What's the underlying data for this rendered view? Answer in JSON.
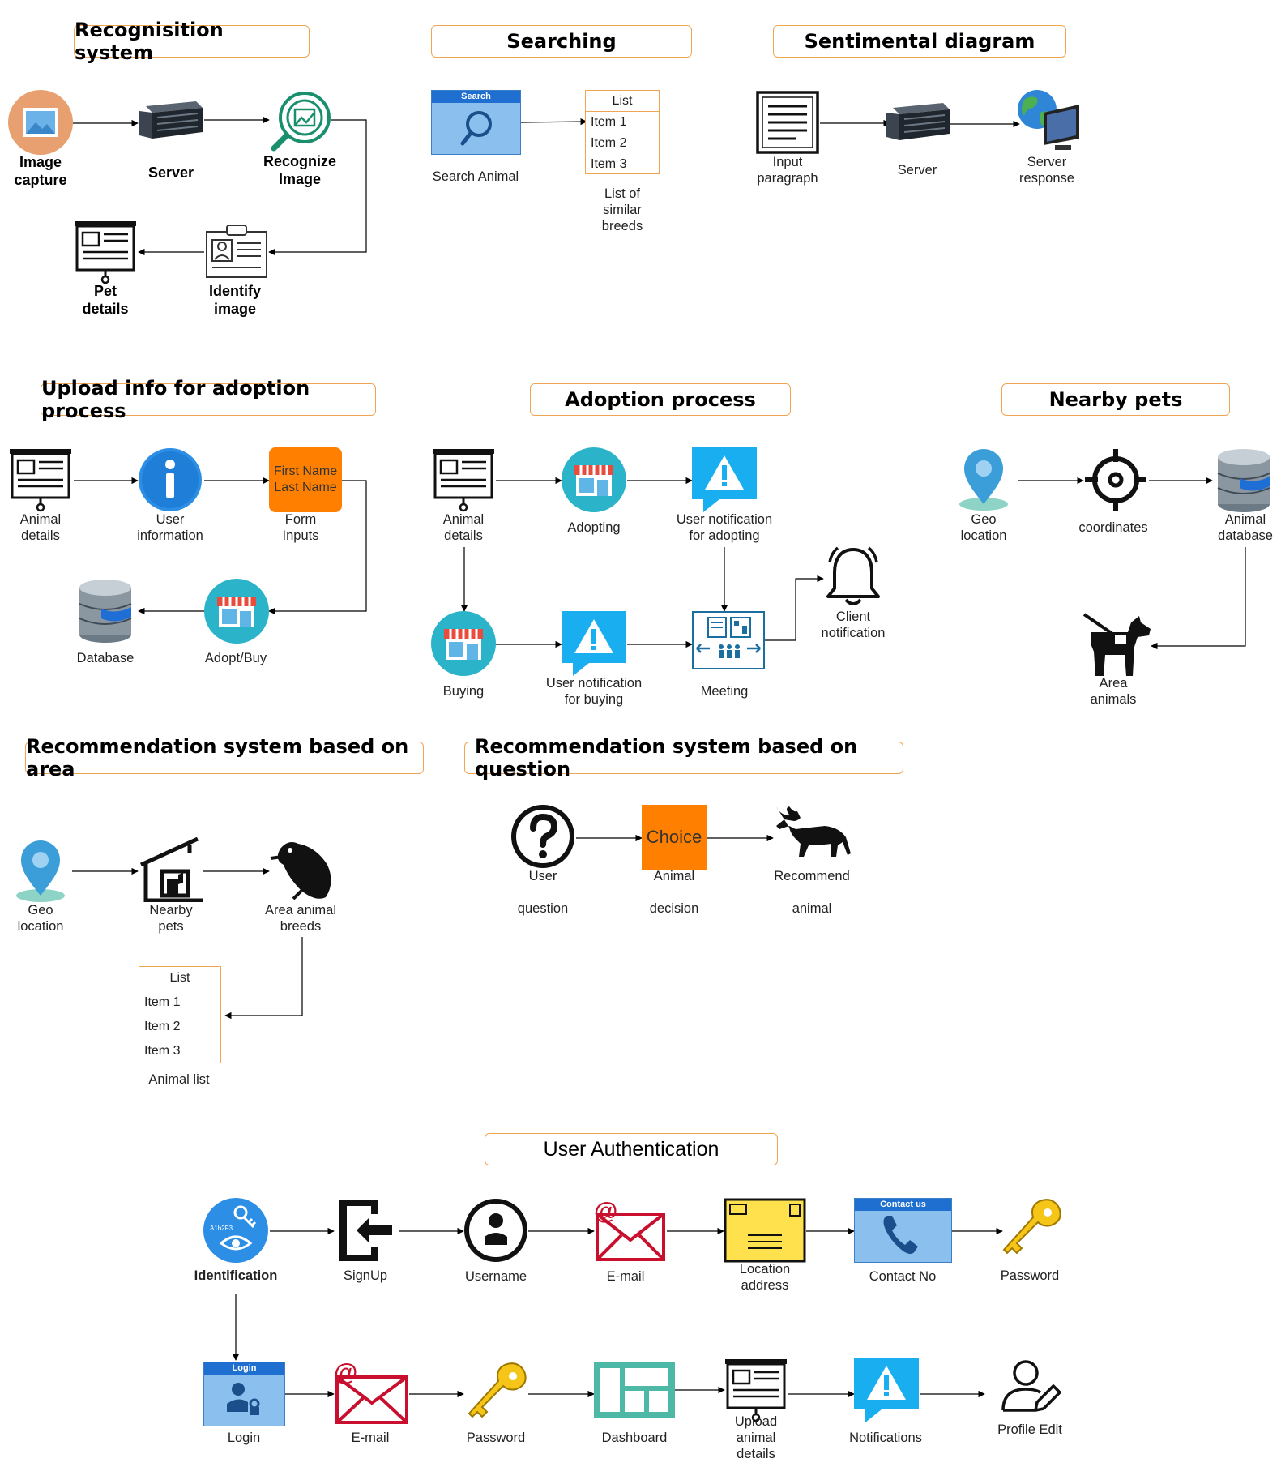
{
  "headers": {
    "recognition": "Recognisition system",
    "searching": "Searching",
    "sentimental": "Sentimental diagram",
    "upload": "Upload info for adoption process",
    "adoption": "Adoption process",
    "nearby": "Nearby pets",
    "rec_area": "Recommendation system based on area",
    "rec_question": "Recommendation system based on question",
    "auth": "User Authentication"
  },
  "recognition": {
    "image_capture": "Image\ncapture",
    "server": "Server",
    "recognize": "Recognize\nImage",
    "identify": "Identify\nimage",
    "pet_details": "Pet\ndetails"
  },
  "searching": {
    "search_tab": "Search",
    "search_animal": "Search Animal",
    "list_title": "List",
    "items": [
      "Item 1",
      "Item 2",
      "Item 3"
    ],
    "list_label": "List of\nsimilar\nbreeds"
  },
  "sentimental": {
    "input": "Input\nparagraph",
    "server": "Server",
    "response": "Server\nresponse"
  },
  "upload": {
    "animal_details": "Animal\ndetails",
    "user_info": "User\ninformation",
    "form_fields": "First Name\nLast Name",
    "form_inputs": "Form\nInputs",
    "database": "Database",
    "adopt_buy": "Adopt/Buy"
  },
  "adoption": {
    "animal_details": "Animal\ndetails",
    "adopting": "Adopting",
    "notif_adopting": "User notification\nfor adopting",
    "buying": "Buying",
    "notif_buying": "User notification\nfor buying",
    "meeting": "Meeting",
    "client_notif": "Client\nnotification"
  },
  "nearby": {
    "geo": "Geo\nlocation",
    "coordinates": "coordinates",
    "animal_db": "Animal\ndatabase",
    "area_animals": "Area\nanimals"
  },
  "rec_area": {
    "geo": "Geo\nlocation",
    "nearby": "Nearby\npets",
    "breeds": "Area animal\nbreeds",
    "list_title": "List",
    "items": [
      "Item 1",
      "Item 2",
      "Item 3"
    ],
    "animal_list": "Animal list"
  },
  "rec_question": {
    "user_question": "User\n\nquestion",
    "choice": "Choice",
    "animal_decision": "Animal\n\ndecision",
    "recommend": "Recommend\n\nanimal"
  },
  "auth": {
    "identification": "Identification",
    "id_code": "A1b2F3",
    "signup": "SignUp",
    "username": "Username",
    "email1": "E-mail",
    "location": "Location\naddress",
    "contact_tab": "Contact us",
    "contact": "Contact No",
    "password1": "Password",
    "login_tab": "Login",
    "login": "Login",
    "email2": "E-mail",
    "password2": "Password",
    "dashboard": "Dashboard",
    "upload": "Upload\nanimal\ndetails",
    "notifications": "Notifications",
    "profile_edit": "Profile Edit"
  },
  "colors": {
    "header_border": "#f0a552",
    "orange": "#ff8000",
    "teal": "#2ab3c9",
    "blue": "#2d8ee6",
    "red": "#c8102e",
    "yellow": "#ffe14d",
    "dashboard": "#4eb8a6"
  }
}
